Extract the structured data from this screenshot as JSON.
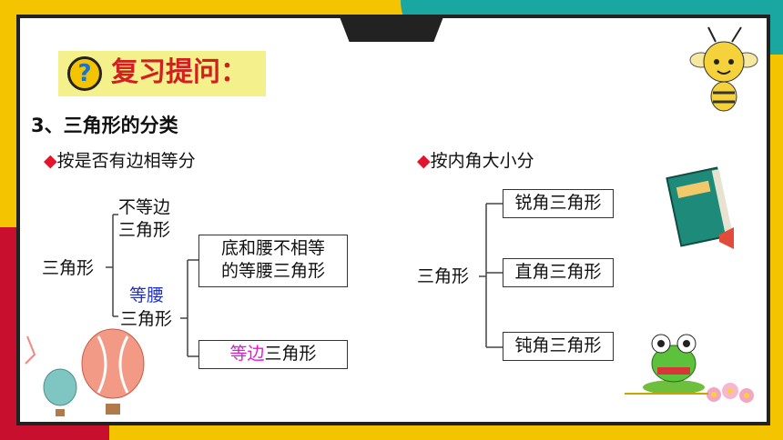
{
  "title": "复习提问：",
  "title_badge": "?",
  "subheading": "3、三角形的分类",
  "left": {
    "label": "按是否有边相等分",
    "root": "三角形",
    "scalene_line1": "不等边",
    "scalene_line2": "三角形",
    "isosceles_line1": "等腰",
    "isosceles_line2": "三角形",
    "isosceles_sub1_line1": "底和腰不相等",
    "isosceles_sub1_line2": "的等腰三角形",
    "equilateral_prefix": "等边",
    "equilateral_suffix": "三角形"
  },
  "right": {
    "label": "按内角大小分",
    "root": "三角形",
    "items": [
      "锐角三角形",
      "直角三角形",
      "钝角三角形"
    ]
  },
  "colors": {
    "title_red": "#d21f1f",
    "highlight_blue": "#1d2fd6",
    "highlight_magenta": "#e21ad8",
    "diamond_red": "#e3142b",
    "title_bg": "#f4f08c"
  },
  "decorations": [
    "bee-icon",
    "book-icon",
    "balloon-icon",
    "frog-icon",
    "flower-icon"
  ]
}
